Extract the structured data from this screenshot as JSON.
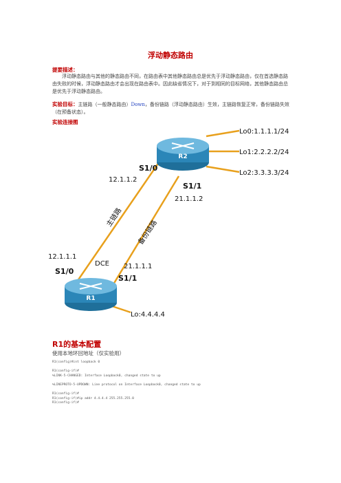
{
  "doc": {
    "title": "浮动静态路由",
    "desc_label": "提要描述：",
    "desc_text": "浮动静态路由与其他的静态路由不同，在路由表中其他静态路由总是优先于浮动静态路由，仅在首选静态路由失败的时候，浮动静态路由才会出现在路由表中。因此缺省情况下，对于到相同的目标网络，其他静态路由总是优先于浮动静态路由。",
    "goal_label": "实验目标：",
    "goal_pre": "主链路（一般静态路由）",
    "goal_down": "Down",
    "goal_post": "，备份链路（浮动静态路由）生效，主链路恢复正常，备份链路失效（在预备状态）。",
    "topo_label": "实验连接图",
    "section_title": "R1的基本配置",
    "section_sub": "使用本地环回地址（仅实验用）"
  },
  "diagram": {
    "r1_name": "R1",
    "r2_name": "R2",
    "lo0": "Lo0:1.1.1.1/24",
    "lo1": "Lo1:2.2.2.2/24",
    "lo2": "Lo2:3.3.3.3/24",
    "r2_s10": "S1/0",
    "r2_s10_ip": "12.1.1.2",
    "r2_s11": "S1/1",
    "r2_s11_ip": "21.1.1.2",
    "main_link": "主链路",
    "backup_link": "备份链路",
    "r1_s10_ip": "12.1.1.1",
    "r1_s10": "S1/0",
    "dce": "DCE",
    "r1_s11_ip": "21.1.1.1",
    "r1_s11": "S1/1",
    "r1_lo": "Lo:4.4.4.4"
  },
  "code": [
    "R1(config)#int loopback 0",
    "",
    "R1(config-if)#",
    "%LINK-5-CHANGED: Interface Loopback0, changed state to up",
    "",
    "%LINEPROTO-5-UPDOWN: Line protocol on Interface Loopback0, changed state to up",
    "",
    "R1(config-if)#",
    "R1(config-if)#ip addr 4.4.4.4 255.255.255.0",
    "R1(config-if)#"
  ]
}
